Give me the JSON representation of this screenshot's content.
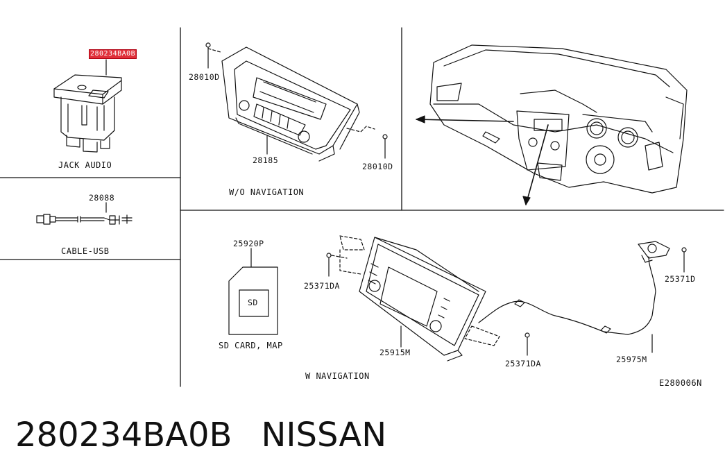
{
  "callouts": {
    "jack_audio_part": "280234BA0B",
    "jack_audio": "JACK AUDIO",
    "cable_usb_part": "28088",
    "cable_usb": "CABLE-USB",
    "screw_top": "28010D",
    "screw_bottom": "28010D",
    "unit_wo_nav": "28185",
    "wo_navigation": "W/O NAVIGATION",
    "sd_card_part": "25920P",
    "sd_text": "SD",
    "sd_card": "SD CARD, MAP",
    "screw_nav_left": "25371DA",
    "unit_nav": "25915M",
    "screw_nav_bottom": "25371DA",
    "bracket_screw": "25371D",
    "nav_cable": "25975M",
    "w_navigation": "W NAVIGATION",
    "diagram_code": "E280006N"
  },
  "caption": {
    "part_number": "280234BA0B",
    "brand": "NISSAN"
  },
  "colors": {
    "highlight": "#e0303a",
    "line": "#111111"
  }
}
